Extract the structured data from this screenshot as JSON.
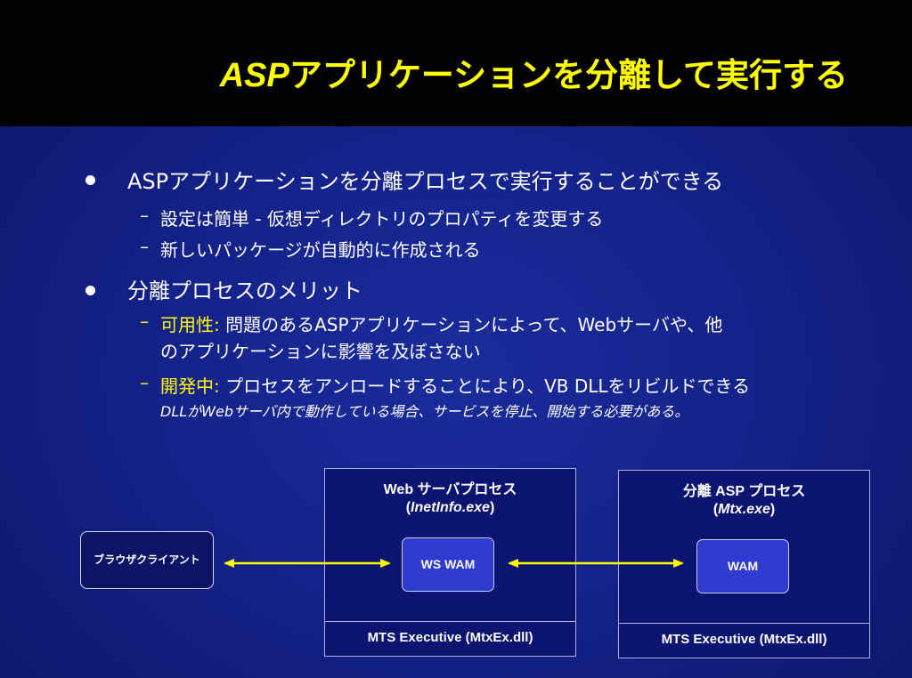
{
  "title": {
    "latin": "ASP",
    "rest": "アプリケーションを分離して実行する"
  },
  "bullets": [
    {
      "text": "ASPアプリケーションを分離プロセスで実行することができる",
      "subs": [
        "設定は簡単 - 仮想ディレクトリのプロパティを変更する",
        "新しいパッケージが自動的に作成される"
      ]
    },
    {
      "text": "分離プロセスのメリット",
      "subs": [
        {
          "label": "可用性:",
          "text1": " 問題のあるASPアプリケーションによって、Webサーバや、他",
          "text2": "のアプリケーションに影響を及ぼさない"
        },
        {
          "label": "開発中:",
          "text": " プロセスをアンロードすることにより、VB DLLをリビルドできる",
          "note": "DLLがWebサーバ内で動作している場合、サービスを停止、開始する必要がある。"
        }
      ]
    }
  ],
  "diagram": {
    "client": "ブラウザクライアント",
    "web_box": {
      "title": "Web サーバプロセス",
      "sub": "InetInfo.exe",
      "inner": "WS WAM",
      "footer": "MTS Executive (MtxEx.dll)"
    },
    "asp_box": {
      "title": "分離 ASP プロセス",
      "sub": "Mtx.exe",
      "inner": "WAM",
      "footer": "MTS Executive (MtxEx.dll)"
    }
  },
  "colors": {
    "background": "#14228a",
    "title_bar": "#000000",
    "accent": "#ffff00",
    "text": "#ffffff"
  }
}
